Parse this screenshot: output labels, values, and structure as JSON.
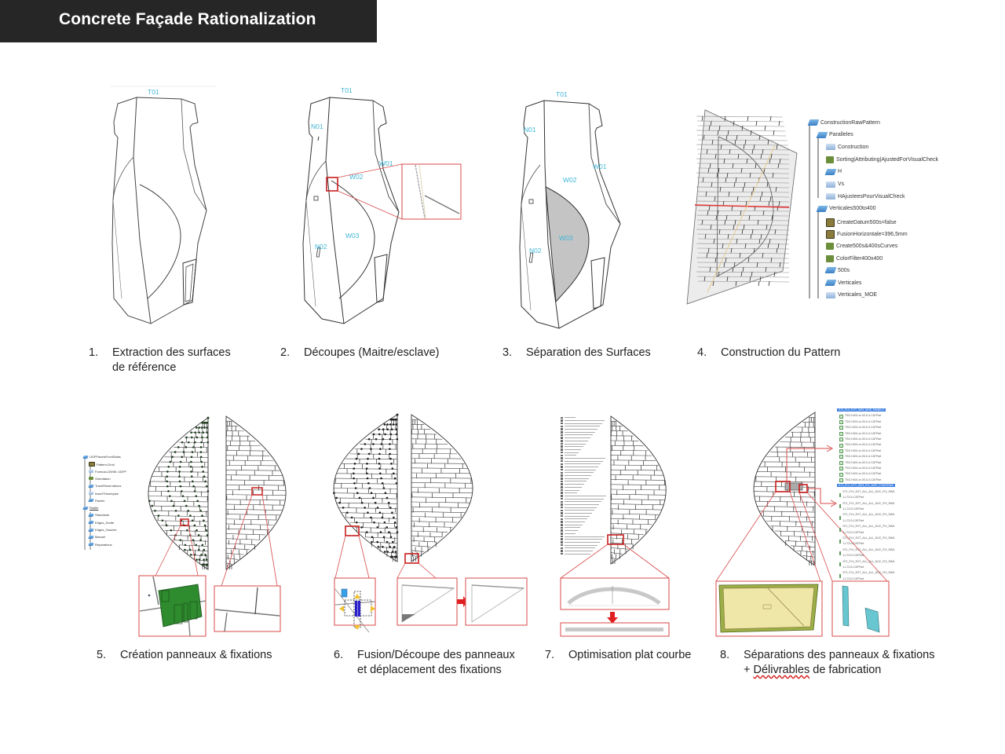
{
  "header": {
    "title": "Concrete Façade Rationalization"
  },
  "surface_labels": {
    "t01": "T01",
    "n01": "N01",
    "n02": "N02",
    "w01": "W01",
    "w02": "W02",
    "w03": "W03"
  },
  "steps": [
    {
      "number": "1.",
      "lines": [
        "Extraction des surfaces",
        "de référence"
      ]
    },
    {
      "number": "2.",
      "lines": [
        "Découpes (Maitre/esclave)"
      ]
    },
    {
      "number": "3.",
      "lines": [
        "Séparation des Surfaces"
      ]
    },
    {
      "number": "4.",
      "lines": [
        "Construction du Pattern"
      ]
    },
    {
      "number": "5.",
      "lines": [
        "Création panneaux & fixations"
      ]
    },
    {
      "number": "6.",
      "lines": [
        "Fusion/Découpe des panneaux",
        "et déplacement des fixations"
      ]
    },
    {
      "number": "7.",
      "lines": [
        "Optimisation plat courbe"
      ]
    },
    {
      "number": "8.",
      "lines": [
        "Séparations des panneaux & fixations",
        "+ Délivrables de fabrication"
      ]
    }
  ],
  "step8_underlined_word": "Délivrables",
  "step8_line2_prefix": "+ ",
  "step8_line2_suffix": " de fabrication",
  "pattern_tree": {
    "items": [
      {
        "label": "ConstructionRawPattern",
        "icon": "geometrical-set-icon",
        "level": 0
      },
      {
        "label": "Paralleles",
        "icon": "geometrical-set-icon",
        "level": 1
      },
      {
        "label": "Construction",
        "icon": "hidden-set-icon",
        "level": 2
      },
      {
        "label": "Sorting|Attributing|AjustedForVisualCheck",
        "icon": "script-icon",
        "level": 2
      },
      {
        "label": "H",
        "icon": "geometrical-set-icon",
        "level": 2
      },
      {
        "label": "Vs",
        "icon": "hidden-set-icon",
        "level": 2
      },
      {
        "label": "HAjusteesPourVisualCheck",
        "icon": "hidden-set-icon",
        "level": 2
      },
      {
        "label": "Verticales500to400",
        "icon": "geometrical-set-icon",
        "level": 1
      },
      {
        "label": "CreateDatum500s=false",
        "icon": "parameter-icon",
        "level": 2
      },
      {
        "label": "FusionHorizontale=396,5mm",
        "icon": "parameter-icon",
        "level": 2
      },
      {
        "label": "Create500s&400sCurves",
        "icon": "script-icon",
        "level": 2
      },
      {
        "label": "ColorFilter400x400",
        "icon": "script-icon",
        "level": 2
      },
      {
        "label": "500s",
        "icon": "geometrical-set-icon",
        "level": 2
      },
      {
        "label": "Verticales",
        "icon": "geometrical-set-icon",
        "level": 2
      },
      {
        "label": "Verticales_MOE",
        "icon": "hidden-set-icon",
        "level": 2
      }
    ]
  },
  "panel_tree": {
    "items": [
      {
        "label": "UDFPanelsFrontSlabs",
        "icon": "geometrical-set-icon",
        "level": 0
      },
      {
        "label": "Pattern-Droit",
        "icon": "parameter-icon",
        "level": 1
      },
      {
        "label": "Formula.22698: UDFP",
        "icon": "formula-icon",
        "level": 1
      },
      {
        "label": "Orientation",
        "icon": "script-icon",
        "level": 1
      },
      {
        "label": "TraceReservations",
        "icon": "geometrical-set-icon",
        "level": 1
      },
      {
        "label": "InsertTheoriques",
        "icon": "hidden-set-icon",
        "level": 1
      },
      {
        "label": "Panels",
        "icon": "geometrical-set-icon",
        "level": 1
      },
      {
        "label": "Radfix",
        "icon": "geometrical-set-icon",
        "level": 0
      },
      {
        "label": "Standards",
        "icon": "geometrical-set-icon",
        "level": 1
      },
      {
        "label": "Edges_Droite",
        "icon": "geometrical-set-icon",
        "level": 1
      },
      {
        "label": "Edges_Gauche",
        "icon": "geometrical-set-icon",
        "level": 1
      },
      {
        "label": "Manuel",
        "icon": "geometrical-set-icon",
        "level": 1
      },
      {
        "label": "Reparations",
        "icon": "geometrical-set-icon",
        "level": 1
      }
    ]
  },
  "deliverables_tree": {
    "group1_header": "S71_FLV_EXT_W03_MOE_PANELS",
    "group1_count": 12,
    "group1_item_pattern": "TSG.H401.xx.00-0-4.CATPart",
    "group2_header": "S71_FLV_EXT_W03_FIX_MOE_FIXATIONS",
    "group2_count": 8,
    "group2_item_pattern": "S71_FLV_EXT_ALL_ALL_DUC_FIX_RAB-1-L73-D.CATPart"
  },
  "colors": {
    "title_bg": "#262626",
    "title_text": "#ffffff",
    "accent_red": "#d21f1f",
    "label_cyan": "#3fb6d6",
    "panel_green": "#2e8b2e",
    "fixation_blue": "#2a1fc8",
    "fixation_yellow": "#f0c030",
    "panel_yellow": "#efe7a8",
    "selection_blue": "#3d7fe0",
    "surface_grey": "#c8c8c8"
  }
}
